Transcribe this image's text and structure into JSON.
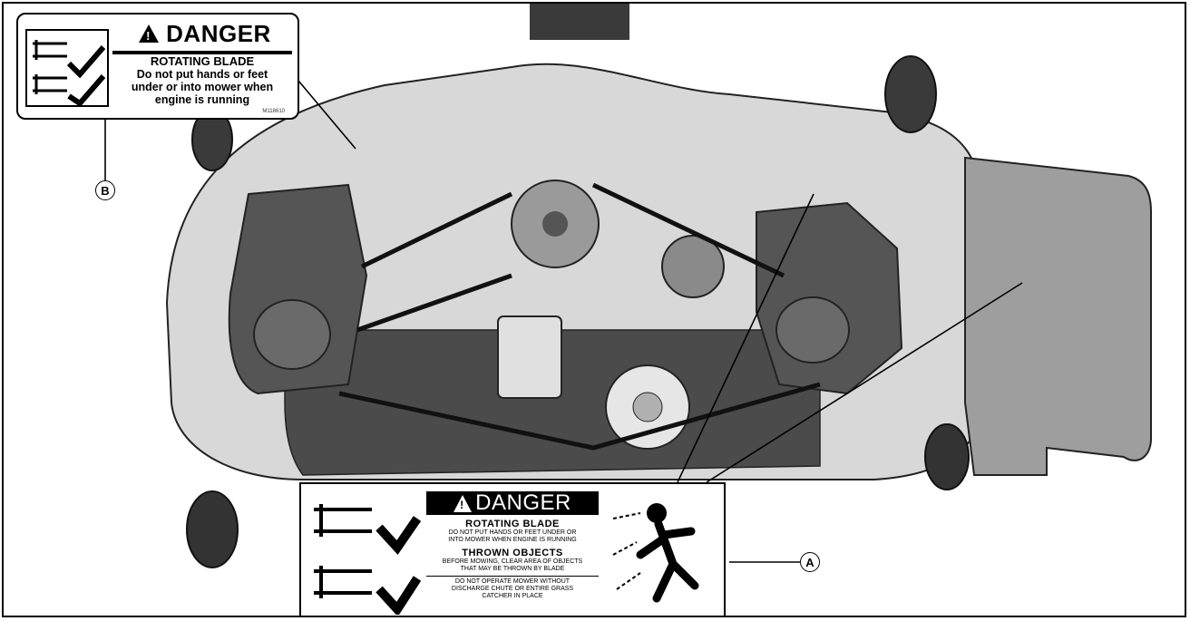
{
  "figure": {
    "decal_b": {
      "header": "DANGER",
      "title": "ROTATING BLADE",
      "line1": "Do not put hands or feet",
      "line2": "under or into mower when",
      "line3": "engine is running",
      "part_number": "M118610"
    },
    "decal_a": {
      "header": "DANGER",
      "title1": "ROTATING BLADE",
      "text1a": "DO NOT PUT HANDS OR FEET UNDER OR",
      "text1b": "INTO MOWER WHEN ENGINE IS RUNNING",
      "title2": "THROWN OBJECTS",
      "text2a": "BEFORE MOWING, CLEAR AREA OF OBJECTS",
      "text2b": "THAT MAY BE THROWN BY BLADE",
      "text3a": "DO NOT OPERATE MOWER WITHOUT",
      "text3b": "DISCHARGE CHUTE OR ENTIRE GRASS",
      "text3c": "CATCHER IN PLACE"
    },
    "callouts": {
      "a": "A",
      "b": "B"
    },
    "colors": {
      "deck_light": "#d6d6d6",
      "deck_shade": "#b8b8b8",
      "dark_panel": "#4a4a4a",
      "ink": "#000000"
    }
  }
}
